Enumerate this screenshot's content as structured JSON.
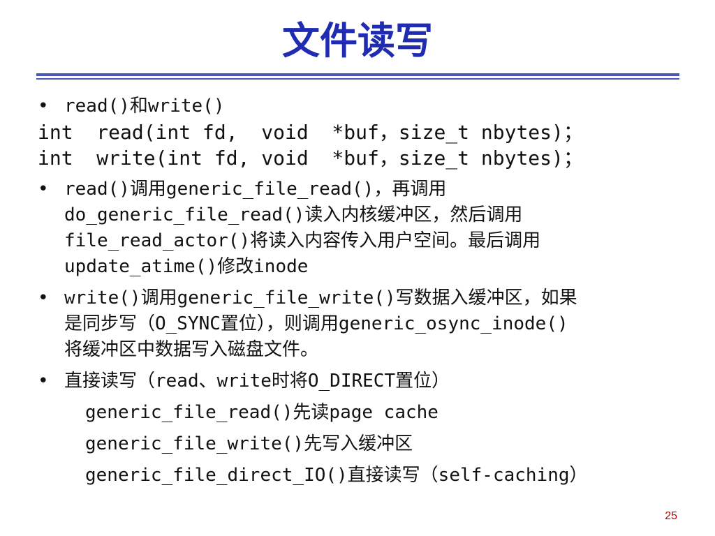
{
  "slide": {
    "title": "文件读写",
    "page_number": "25",
    "bullet_symbol": "•",
    "bullet1": {
      "text": "read()和write()"
    },
    "code": [
      "int  read(int fd,  void  *buf，size_t nbytes)；",
      "int  write(int fd, void  *buf，size_t nbytes)；"
    ],
    "bullet2": {
      "lines": [
        "read()调用generic_file_read()，再调用",
        "do_generic_file_read()读入内核缓冲区，然后调用",
        "file_read_actor()将读入内容传入用户空间。最后调用",
        "update_atime()修改inode"
      ]
    },
    "bullet3": {
      "lines": [
        "write()调用generic_file_write()写数据入缓冲区，如果",
        "是同步写（O_SYNC置位），则调用generic_osync_inode()",
        "将缓冲区中数据写入磁盘文件。"
      ]
    },
    "bullet4": {
      "text": "直接读写（read、write时将O_DIRECT置位）",
      "sub_items": [
        "generic_file_read()先读page cache",
        "generic_file_write()先写入缓冲区",
        "generic_file_direct_IO()直接读写（self-caching）"
      ]
    }
  },
  "colors": {
    "title": "#1f2bb0",
    "rule": "#4a57b8",
    "body_text": "#111111",
    "page_number": "#c00000"
  }
}
